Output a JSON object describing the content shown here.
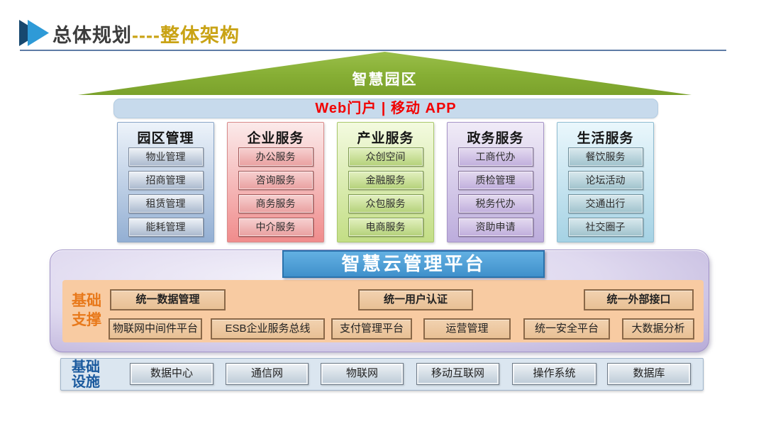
{
  "header": {
    "title_primary": "总体规划",
    "title_dashes": "----",
    "title_secondary": "整体架构"
  },
  "roof": {
    "label": "智慧园区"
  },
  "portal_bar": {
    "label": "Web门户 | 移动 APP"
  },
  "columns": [
    {
      "title": "园区管理",
      "items": [
        "物业管理",
        "招商管理",
        "租赁管理",
        "能耗管理"
      ],
      "theme": {
        "bg-top": "#EDF3FA",
        "bg-bottom": "#93AFD3",
        "border": "#8AA6C8",
        "item-top": "#EFF3F8",
        "item-bottom": "#A9B8CD",
        "item-border": "#7E8A9C"
      }
    },
    {
      "title": "企业服务",
      "items": [
        "办公服务",
        "咨询服务",
        "商务服务",
        "中介服务"
      ],
      "theme": {
        "bg-top": "#FBEAEA",
        "bg-bottom": "#F08C8C",
        "border": "#D98A8A",
        "item-top": "#F7D0D0",
        "item-bottom": "#E9A0A0",
        "item-border": "#A05858"
      }
    },
    {
      "title": "产业服务",
      "items": [
        "众创空间",
        "金融服务",
        "众包服务",
        "电商服务"
      ],
      "theme": {
        "bg-top": "#F3FADF",
        "bg-bottom": "#C3DE85",
        "border": "#A9C86C",
        "item-top": "#E3F1C0",
        "item-bottom": "#B4D179",
        "item-border": "#7E9A50"
      }
    },
    {
      "title": "政务服务",
      "items": [
        "工商代办",
        "质检管理",
        "税务代办",
        "资助申请"
      ],
      "theme": {
        "bg-top": "#F0EBF7",
        "bg-bottom": "#BCACDC",
        "border": "#A694C8",
        "item-top": "#E4DAF0",
        "item-bottom": "#C0AEDC",
        "item-border": "#837098"
      }
    },
    {
      "title": "生活服务",
      "items": [
        "餐饮服务",
        "论坛活动",
        "交通出行",
        "社交圈子"
      ],
      "theme": {
        "bg-top": "#EAF7FC",
        "bg-bottom": "#A5D2E4",
        "border": "#8FBDD2",
        "item-top": "#D9E9EE",
        "item-bottom": "#9FC2CC",
        "item-border": "#6E8E9A"
      }
    }
  ],
  "platform": {
    "banner": "智慧云管理平台",
    "side_label": {
      "line1": "基础",
      "line2": "支撑"
    },
    "unified_row": [
      "统一数据管理",
      "统一用户认证",
      "统一外部接口"
    ],
    "service_row": [
      "物联网中间件平台",
      "ESB企业服务总线",
      "支付管理平台",
      "运营管理",
      "统一安全平台",
      "大数据分析"
    ]
  },
  "infrastructure": {
    "side_label": {
      "line1": "基础",
      "line2": "设施"
    },
    "items": [
      "数据中心",
      "通信网",
      "物联网",
      "移动互联网",
      "操作系统",
      "数据库"
    ]
  },
  "colors": {
    "accent_gold": "#C9A315",
    "title_dark": "#3C3C3C",
    "roof_green": "#86AE34",
    "portal_bar_blue": "#C7DAEC",
    "portal_text_red": "#F20000",
    "banner_blue": "#4FA0DB",
    "panel_lavender": "#C6BBDF",
    "support_orange_bg": "#F8CBA2",
    "support_label_orange": "#E8791B",
    "infra_bar_blue": "#DBE6F0",
    "infra_label_blue": "#1B5A9E"
  }
}
